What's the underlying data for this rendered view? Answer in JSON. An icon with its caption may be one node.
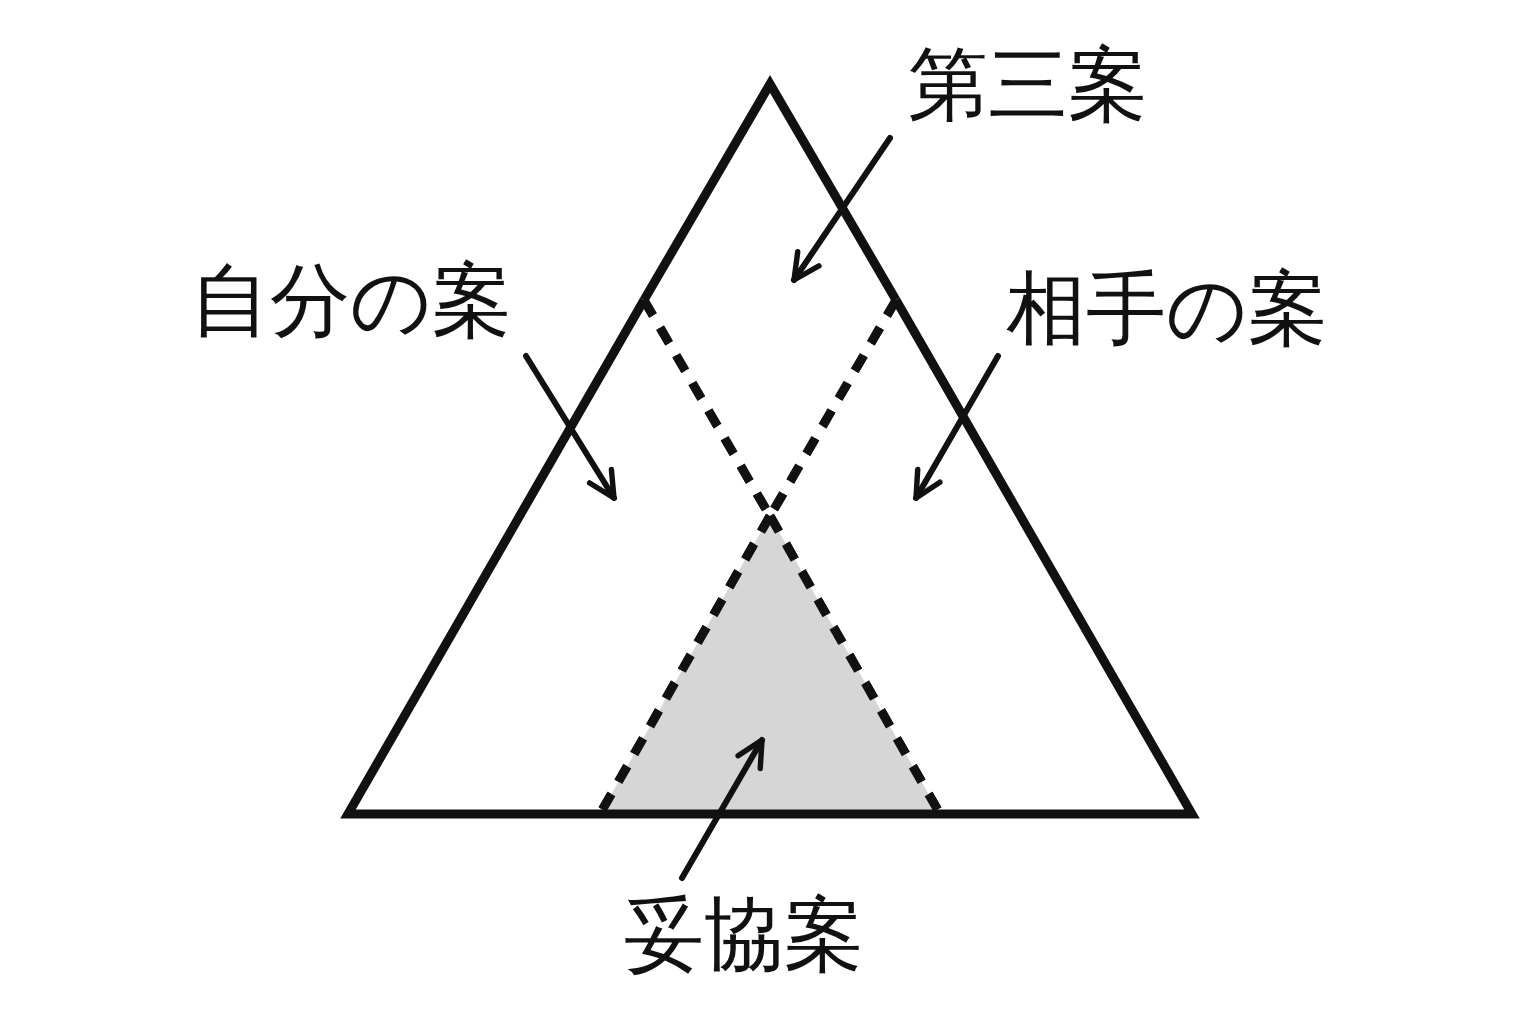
{
  "diagram": {
    "nodes": [
      {
        "text": [
          "第三案"
        ]
      },
      {
        "text": [],
        "shape": "diamond"
      },
      {
        "text": [
          "自分の案"
        ]
      },
      {
        "text": [
          "相手の案"
        ]
      },
      {
        "text": [],
        "shape": "polygon"
      },
      {
        "text": [],
        "shape": "polygon"
      },
      {
        "text": [],
        "shape": "triangle"
      },
      {
        "text": [
          "妥協案"
        ]
      }
    ],
    "edges": [
      {
        "from": 0,
        "to": 1,
        "arrow": "to"
      },
      {
        "from": 2,
        "to": 4,
        "arrow": "to"
      },
      {
        "from": 3,
        "to": 5,
        "arrow": "to"
      },
      {
        "from": 7,
        "to": 6,
        "arrow": "to"
      }
    ]
  }
}
